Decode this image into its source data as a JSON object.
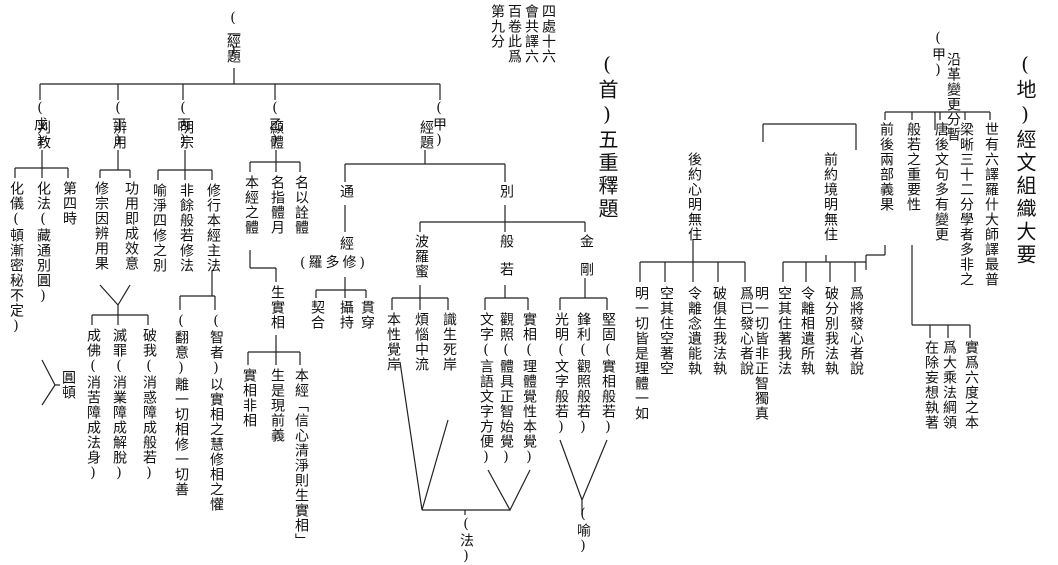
{
  "left": {
    "root_mark": "(一)",
    "root": "經題",
    "note": [
      "四處十六",
      "會共譯六",
      "百卷此爲",
      "第九分"
    ],
    "side_title": "(首)五重釋題",
    "branches": [
      {
        "mark": "(甲)",
        "label": "經題"
      },
      {
        "mark": "(乙)",
        "label": "顯體"
      },
      {
        "mark": "(丙)",
        "label": "明宗"
      },
      {
        "mark": "(丁)",
        "label": "辨用"
      },
      {
        "mark": "(戊)",
        "label": "判教"
      }
    ],
    "jia": {
      "tong": "通",
      "bie": "別",
      "jing": "經",
      "luo_duo_xiu": "(羅多修)",
      "she_chi": "攝持",
      "guan_chuan": "貫穿",
      "qi_he": "契合",
      "jin": "金",
      "gang": "剛",
      "ban": "般",
      "ruo": "若",
      "bo_luo_mi": "波羅蜜",
      "jian_gu": "堅固(實相般若)",
      "feng_li": "鋒利(觀照般若)",
      "guang_ming": "光明(文字般若)",
      "shi_xiang": "實相(理體覺性本覺)",
      "guan_zhao": "觀照(體具正智始覺)",
      "wen_zi": "文字(言語文字方便)",
      "shi_sheng_si_an": "識生死岸",
      "fan_nao_zhong_liu": "煩惱中流",
      "ben_xing_jue_an": "本性覺岸",
      "fa": "(法)",
      "yu": "(喻)"
    },
    "yi": {
      "a": "名以詮體",
      "b": "名指體月",
      "c": "本經之體",
      "d": "生實相",
      "e": "本經「信心清淨則生實相」",
      "f": "生是現前義",
      "g": "實相非相"
    },
    "bing": {
      "a": "修行本經主法",
      "b": "非餘般若修法",
      "c": "喻淨四修之別",
      "d": "(智者)以實相之慧修相之懽",
      "e": "(翻意)離一切相修一切善"
    },
    "ding": {
      "a": "功用即成效意",
      "b": "修宗因辨用果",
      "c": "破我(消惑障成般若)",
      "d": "滅罪(消業障成解脫)",
      "e": "成佛(消苦障成法身)"
    },
    "wu": {
      "a": "第四時",
      "b": "化法(藏通別圓)",
      "c": "化儀(頓漸密秘不定)",
      "d": "圓頓"
    }
  },
  "right": {
    "title": "(地)經文組織大要",
    "jia_mark": "(甲)",
    "jia_label": "沿革變更分暫",
    "cols": [
      "世有六譯羅什大師譯最普",
      "梁晰三十二分學者多非之",
      "唐後文句多有變更",
      "般若之重要性",
      "前後兩部義果"
    ],
    "c1": "實爲六度之本",
    "c2": "爲大乘法綱領",
    "c3": "在除妄想執著",
    "qian": "前約境明無住",
    "qian_items": [
      "爲將發心者說",
      "破分別我法執",
      "令離相遺所執",
      "空其住著我法",
      "明一切皆非正智獨真"
    ],
    "hou": "後約心明無住",
    "hou_items": [
      "爲已發心者說",
      "破俱生我法執",
      "令離念遺能執",
      "空其住空著空",
      "明一切皆是理體一如"
    ]
  }
}
